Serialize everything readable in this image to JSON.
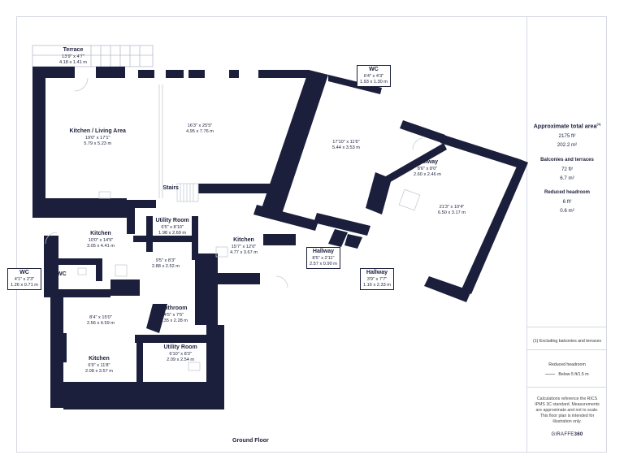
{
  "plan": {
    "floor_label": "Ground Floor",
    "rooms": [
      {
        "name": "Terrace",
        "dims_ft": "13'9\" x 4'7\"",
        "dims_m": "4.18 x 1.41 m"
      },
      {
        "name": "Kitchen / Living Area",
        "dims_ft": "19'0\" x 17'1\"",
        "dims_m": "5.79 x 5.23 m"
      },
      {
        "name": "",
        "dims_ft": "16'3\" x 25'5\"",
        "dims_m": "4.95 x 7.76 m"
      },
      {
        "name": "WC",
        "dims_ft": "6'4\" x 4'3\"",
        "dims_m": "1.93 x 1.30 m"
      },
      {
        "name": "",
        "dims_ft": "17'10\" x 11'6\"",
        "dims_m": "5.44 x 3.53 m"
      },
      {
        "name": "Hallway",
        "dims_ft": "8'6\" x 8'0\"",
        "dims_m": "2.60 x 2.46 m"
      },
      {
        "name": "",
        "dims_ft": "21'3\" x 10'4\"",
        "dims_m": "6.50 x 3.17 m"
      },
      {
        "name": "Stairs",
        "dims_ft": "",
        "dims_m": ""
      },
      {
        "name": "Utility Room",
        "dims_ft": "6'5\" x 8'10\"",
        "dims_m": "1.98 x 2.69 m"
      },
      {
        "name": "Kitchen",
        "dims_ft": "10'0\" x 14'5\"",
        "dims_m": "3.05 x 4.41 m"
      },
      {
        "name": "Kitchen",
        "dims_ft": "15'7\" x 12'0\"",
        "dims_m": "4.77 x 3.67 m"
      },
      {
        "name": "",
        "dims_ft": "9'5\" x 8'3\"",
        "dims_m": "2.88 x 2.52 m"
      },
      {
        "name": "WC",
        "dims_ft": "4'1\" x 2'3\"",
        "dims_m": "1.26 x 0.71 m"
      },
      {
        "name": "WC",
        "dims_ft": "",
        "dims_m": ""
      },
      {
        "name": "Hallway",
        "dims_ft": "8'5\" x 2'11\"",
        "dims_m": "2.57 x 0.90 m"
      },
      {
        "name": "Hallway",
        "dims_ft": "3'9\" x 7'7\"",
        "dims_m": "1.16 x 2.33 m"
      },
      {
        "name": "",
        "dims_ft": "8'4\" x 15'0\"",
        "dims_m": "2.56 x 4.59 m"
      },
      {
        "name": "Bathroom",
        "dims_ft": "4'5\" x 7'5\"",
        "dims_m": "1.35 x 2.28 m"
      },
      {
        "name": "Utility Room",
        "dims_ft": "6'10\" x 8'3\"",
        "dims_m": "2.09 x 2.54 m"
      },
      {
        "name": "Kitchen",
        "dims_ft": "6'9\" x 11'8\"",
        "dims_m": "2.08 x 3.57 m"
      }
    ]
  },
  "sidebar": {
    "area_title": "Approximate total area",
    "area_marker": "(1)",
    "total_ft": "2175 ft²",
    "total_m": "202.2 m²",
    "balconies_title": "Balconies and terraces",
    "balconies_ft": "72 ft²",
    "balconies_m": "6.7 m²",
    "headroom_title": "Reduced headroom",
    "headroom_ft": "6 ft²",
    "headroom_m": "0.6 m²",
    "excluding_note": "(1) Excluding balconies and terraces",
    "legend_title": "Reduced headroom",
    "legend_item": "Below 5 ft/1.5 m",
    "disclaimer": "Calculations reference the RICS IPMS 3C standard. Measurements are approximate and not to scale. This floor plan is intended for illustration only.",
    "brand_left": "GIRAFFE",
    "brand_right": "360"
  },
  "colors": {
    "wall": "#1b1f3b",
    "line": "#d6d9e2",
    "text": "#1b1f3b"
  }
}
